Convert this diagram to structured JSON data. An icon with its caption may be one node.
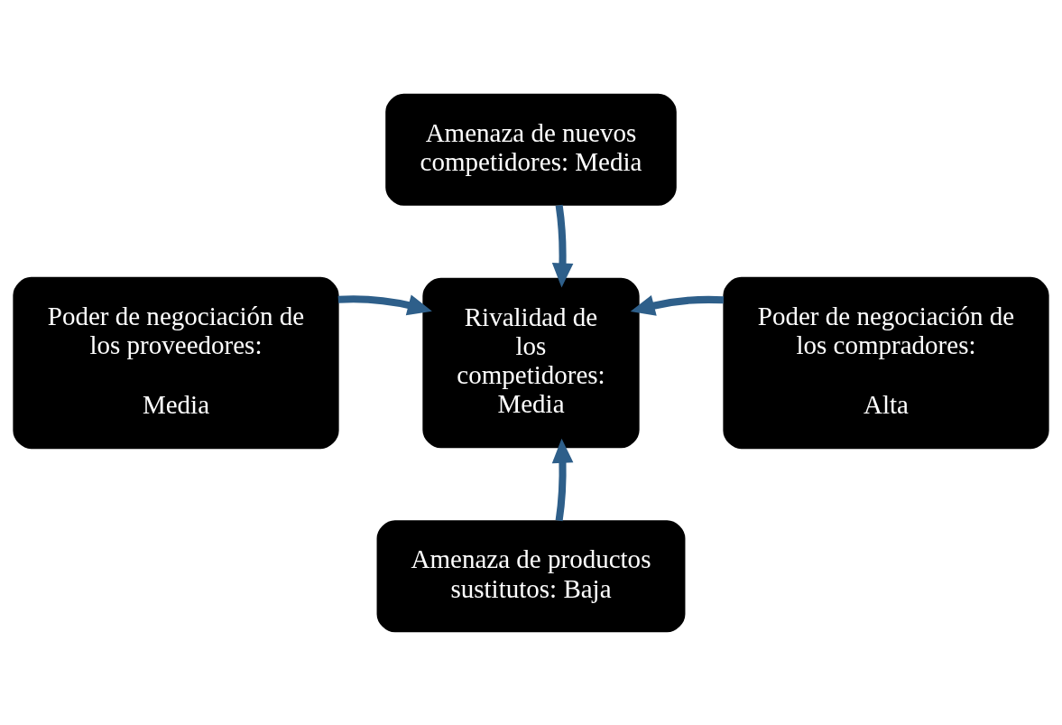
{
  "diagram": {
    "nodes": [
      {
        "text": [
          "Amenaza de nuevos competidores: Media"
        ]
      },
      {
        "text": [
          "Poder de negociación de los proveedores:",
          "Media"
        ]
      },
      {
        "text": [
          "Rivalidad de los competidores: Media"
        ]
      },
      {
        "text": [
          "Poder de negociación de los compradores:",
          "Alta"
        ]
      },
      {
        "text": [
          "Amenaza de productos sustitutos: Baja"
        ]
      }
    ],
    "edges": [
      {
        "from": 0,
        "to": 2,
        "arrow": "to"
      },
      {
        "from": 1,
        "to": 2,
        "arrow": "to"
      },
      {
        "from": 3,
        "to": 2,
        "arrow": "to"
      },
      {
        "from": 4,
        "to": 2,
        "arrow": "to"
      }
    ]
  }
}
